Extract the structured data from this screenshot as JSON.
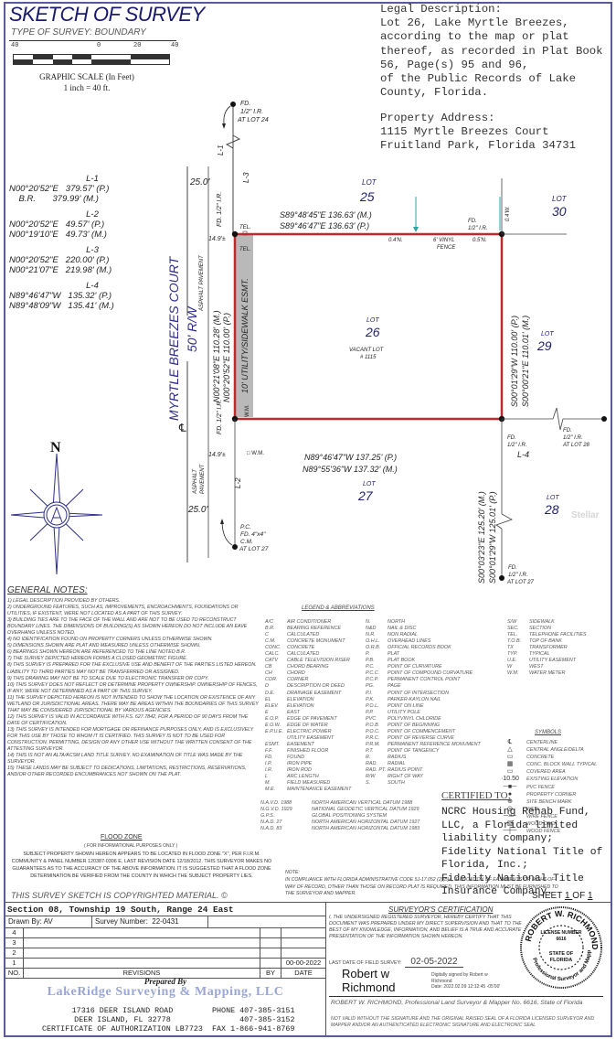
{
  "header": {
    "title": "SKETCH OF SURVEY",
    "survey_type": "TYPE OF SURVEY: BOUNDARY",
    "scale": {
      "ticks": [
        "40",
        "0",
        "20",
        "40"
      ],
      "label": "GRAPHIC SCALE (In Feet)",
      "ratio": "1 inch = 40 ft."
    }
  },
  "legal_description": {
    "text": "Legal Description:\nLot 26, Lake Myrtle Breezes,\naccording to the map or plat\nthereof, as recorded in Plat Book\n56, Page(s) 95 and 96,\nof the Public Records of Lake\nCounty, Florida."
  },
  "property_address": {
    "text": "Property Address:\n1115 Myrtle Breezes Court\nFruitland Park, Florida 34731"
  },
  "line_table": [
    {
      "name": "L-1",
      "rows": [
        "N00°20'52\"E   379.57' (P.)",
        "    B.R.       379.99' (M.)"
      ]
    },
    {
      "name": "L-2",
      "rows": [
        "N00°20'52\"E   49.57' (P.)",
        "N00°19'10\"E   49.73' (M.)"
      ]
    },
    {
      "name": "L-3",
      "rows": [
        "N00°20'52\"E   220.00' (P.)",
        "N00°21'07\"E   219.98' (M.)"
      ]
    },
    {
      "name": "L-4",
      "rows": [
        "N89°46'47\"W   135.32' (P.)",
        "N89°48'09\"W   135.41' (M.)"
      ]
    }
  ],
  "map": {
    "street": "MYRTLE BREEZES COURT",
    "row": "50' R/W",
    "asphalt": "ASPHALT PAVEMENT",
    "asphalt2_a": "ASPHALT",
    "asphalt2_b": "PAVEMENT",
    "dist_top": "25.0'",
    "dist_bottom": "25.0'",
    "corner_top_left_offset": "14.9'±",
    "corner_bottom_left_offset": "14.9'±",
    "north_label": "N",
    "easement": "10' UTILITY/SIDEWALK ESMT.",
    "tel": "TEL.",
    "wm": "W.M.",
    "lots": [
      {
        "label": "LOT",
        "number": "25"
      },
      {
        "label": "LOT",
        "number": "26"
      },
      {
        "label": "LOT",
        "number": "27"
      },
      {
        "label": "LOT",
        "number": "28"
      },
      {
        "label": "LOT",
        "number": "29"
      },
      {
        "label": "LOT",
        "number": "30"
      }
    ],
    "vacant_lot": "VACANT LOT",
    "house_no": "# 1115",
    "north_side": [
      "S89°48'45\"E    136.63' (M.)",
      "S89°46'47\"E    136.63' (P.)"
    ],
    "south_side": [
      "N89°46'47\"W   137.25' (P.)",
      "N89°55'36\"W   137.32' (M.)"
    ],
    "west_side": [
      "N00°21'08\"E   110.28' (M.)",
      "N00°20'52\"E   110.00' (P.)"
    ],
    "east_side": [
      "S00°01'29\"W   110.00' (P.)",
      "S00°00'21\"E   110.01' (M.)"
    ],
    "east_lower": [
      "S00°03'23\"E   125.20' (M.)",
      "S00°01'29\"W   125.01' (P.)"
    ],
    "fence": [
      "6' VINYL",
      "FENCE"
    ],
    "offsets": {
      "a": "0.4'N.",
      "b": "0.5'N.",
      "c": "0.4'W."
    },
    "monuments": {
      "top": [
        "FD.",
        "1/2\" I.R.",
        "AT LOT 24"
      ],
      "nw": [
        "FD.",
        "1/2\" I.R."
      ],
      "ne": [
        "FD.",
        "1/2\" I.R."
      ],
      "sw": [
        "FD.",
        "1/2\" I.R."
      ],
      "se": [
        "FD.",
        "1/2\" I.R."
      ],
      "lot28": [
        "FD.",
        "1/2\" I.R.",
        "AT LOT 28"
      ],
      "pc": [
        "P.C.",
        "FD. 4\"x4\"",
        "C.M.",
        "AT LOT 27"
      ],
      "lot27": [
        "FD.",
        "1/2\" I.R.",
        "AT LOT 27"
      ]
    },
    "line_labels": {
      "l1": "L-1",
      "l2": "L-2",
      "l3": "L-3",
      "l4": "L-4"
    },
    "colors": {
      "boundary": "#c0282d",
      "easement": "#b9b9b9",
      "lot_text": "#1f1f6e"
    }
  },
  "general_notes": {
    "title": "GENERAL NOTES:",
    "items": [
      "1) Legal description provided by others.",
      "2) Underground features, such as, improvements, encroachments, foundations or utilities, if existent, were not located as a part of this survey.",
      "3) Building ties are to the face of the wall and are not to be used to reconstruct boundary lines. The dimensions of building(s) as shown hereon do not include an eave overhang unless noted.",
      "4) No identification found on property corners unless otherwise shown.",
      "5) Dimensions shown are plat and measured unless otherwise shown.",
      "6) Bearings shown hereon are referenced to the line noted B.R.",
      "7) The survey depicted hereon forms a closed geometric figure.",
      "8) This survey is prepared for the exclusive use and benefit of the parties listed hereon. Liability to third parties may not be transferred or assigned.",
      "9) This drawing may not be to scale due to electronic transfer or copy.",
      "10) This survey does not reflect or determine property ownership. Ownership of fences, if any, were not determined as a part of this survey.",
      "11) The survey depicted hereon is not intended to show the location or existence of any wetland or jurisdictional areas. There may be areas within the boundaries of this survey that may be considered jurisdictional by various agencies.",
      "12) This survey is valid in accordance with F.S. 627.7842, for a period of 90 days from the date of certification.",
      "13) This survey is intended for mortgage or refinance purposes only, and is exclusively for this use by those to whom it is certified. This survey is not to be used for construction, permitting, design or any other use without the written consent of the attesting surveyor.",
      "14) This is not an ALTA/ACSM land title survey. No examination of title was made by the surveyor.",
      "15) These lands may be subject to dedications, limitations, restrictions, reservations, and/or other recorded encumbrances not shown on the plat."
    ]
  },
  "legend": {
    "title": "LEGEND & ABBREVIATIONS",
    "col1": [
      [
        "A/C",
        "AIR CONDITIONER"
      ],
      [
        "B.R.",
        "BEARING REFERENCE"
      ],
      [
        "C",
        "CALCULATED"
      ],
      [
        "C.M.",
        "CONCRETE MONUMENT"
      ],
      [
        "CONC.",
        "CONCRETE"
      ],
      [
        "CALC.",
        "CALCULATED"
      ],
      [
        "CATV",
        "CABLE TELEVISION RISER"
      ],
      [
        "CB",
        "CHORD BEARING"
      ],
      [
        "CH",
        "CHORD"
      ],
      [
        "COR.",
        "CORNER"
      ],
      [
        "D",
        "DESCRIPTION OR DEED"
      ],
      [
        "D.E.",
        "DRAINAGE EASEMENT"
      ],
      [
        "EL",
        "ELEVATION"
      ],
      [
        "ELEV.",
        "ELEVATION"
      ],
      [
        "E",
        "EAST"
      ],
      [
        "E.O.P.",
        "EDGE OF PAVEMENT"
      ],
      [
        "E.O.W.",
        "EDGE OF WATER"
      ],
      [
        "E.P.U.E.",
        "ELECTRIC POWER"
      ],
      [
        "",
        "  UTILITY EASEMENT"
      ],
      [
        "ESMT.",
        "EASEMENT"
      ],
      [
        "F.F.",
        "FINISHED FLOOR"
      ],
      [
        "FD.",
        "FOUND"
      ],
      [
        "I.P.",
        "IRON PIPE"
      ],
      [
        "I.R.",
        "IRON ROD"
      ],
      [
        "L",
        "ARC LENGTH"
      ],
      [
        "M.",
        "FIELD MEASURED"
      ],
      [
        "M.E.",
        "MAINTENANCE EASEMENT"
      ]
    ],
    "col2": [
      [
        "N.",
        "NORTH"
      ],
      [
        "N&D",
        "NAIL & DISC"
      ],
      [
        "N.R.",
        "NON RADIAL"
      ],
      [
        "O.H.L.",
        "OVERHEAD LINES"
      ],
      [
        "O.R.B.",
        "OFFICIAL RECORDS BOOK"
      ],
      [
        "P.",
        "PLAT"
      ],
      [
        "P.B.",
        "PLAT BOOK"
      ],
      [
        "P.C.",
        "POINT OF CURVATURE"
      ],
      [
        "P.C.C.",
        "POINT OF COMPOUND CURVATURE"
      ],
      [
        "P.C.P.",
        "PERMANENT CONTROL POINT"
      ],
      [
        "PG.",
        "PAGE"
      ],
      [
        "P.I.",
        "POINT OF INTERSECTION"
      ],
      [
        "P.K.",
        "PARKER-KAYLON NAIL"
      ],
      [
        "P.O.L.",
        "POINT ON LINE"
      ],
      [
        "P.P.",
        "UTILITY POLE"
      ],
      [
        "PVC",
        "POLYVINYL CHLORIDE"
      ],
      [
        "P.O.B.",
        "POINT OF BEGINNING"
      ],
      [
        "P.O.C.",
        "POINT OF COMMENCEMENT"
      ],
      [
        "P.R.C.",
        "POINT OF REVERSE CURVE"
      ],
      [
        "P.R.M.",
        "PERMANENT REFERENCE MONUMENT"
      ],
      [
        "P.T.",
        "POINT OF TANGENCY"
      ],
      [
        "R.",
        "RADIUS"
      ],
      [
        "RAD.",
        "RADIAL"
      ],
      [
        "RAD. PT.",
        "RADIUS POINT"
      ],
      [
        "R/W",
        "RIGHT OF WAY"
      ],
      [
        "S.",
        "SOUTH"
      ]
    ],
    "col3": [
      [
        "S/W",
        "SIDEWALK"
      ],
      [
        "SEC.",
        "SECTION"
      ],
      [
        "TEL.",
        "TELEPHONE FACILITIES"
      ],
      [
        "T.O.B.",
        "TOP OF BANK"
      ],
      [
        "TX",
        "TRANSFORMER"
      ],
      [
        "TYP.",
        "TYPICAL"
      ],
      [
        "U.E.",
        "UTILITY EASEMENT"
      ],
      [
        "W",
        "WEST"
      ],
      [
        "W.M.",
        "WATER METER"
      ]
    ],
    "datums": [
      [
        "N.A.V.D. 1988",
        "NORTH AMERICAN VERTICAL DATUM 1988"
      ],
      [
        "N.G.V.D. 1929",
        "NATIONAL GEODETIC VERTICAL DATUM 1929"
      ],
      [
        "G.P.S.",
        "GLOBAL POSITIONING SYSTEM"
      ],
      [
        "N.A.D. 27",
        "NORTH AMERICAN HORIZONTAL DATUM 1927"
      ],
      [
        "N.A.D. 83",
        "NORTH AMERICAN HORIZONTAL DATUM 1983"
      ]
    ],
    "symbols_title": "SYMBOLS",
    "symbols": [
      {
        "glyph": "℄",
        "label": "CENTERLINE"
      },
      {
        "glyph": "△",
        "label": "CENTRAL ANGLE/DELTA"
      },
      {
        "glyph": "▭",
        "label": "CONCRETE"
      },
      {
        "glyph": "▦",
        "label": "CONC. BLOCK WALL TYPICAL"
      },
      {
        "glyph": "▭",
        "label": "COVERED AREA"
      },
      {
        "glyph": "·10.50",
        "label": "EXISTING ELEVATION"
      },
      {
        "glyph": "─■─",
        "label": "PVC FENCE"
      },
      {
        "glyph": "●",
        "label": "PROPERTY CORNER"
      },
      {
        "glyph": "⊕",
        "label": "SITE BENCH MARK"
      },
      {
        "glyph": "◎",
        "label": "WELL"
      },
      {
        "glyph": "─×─",
        "label": "WIRE FENCE"
      },
      {
        "glyph": "▧",
        "label": "WOOD DECK"
      },
      {
        "glyph": "─┼─",
        "label": "WOOD FENCE"
      }
    ]
  },
  "certified_to": {
    "title": "CERTIFIED TO:",
    "text": "NCRC Housing Rehab Fund,\nLLC, a Florida limited\nliability company;\nFidelity National Title of\nFlorida, Inc.;\nFidelity National Title\nInsurance Company."
  },
  "flood_zone": {
    "title": "FLOOD ZONE",
    "subtitle": "( FOR INFORMATIONAL PURPOSES ONLY )",
    "text": "Subject property shown hereon appears to be located in flood zone \"X\", per F.I.R.M. community & panel number 120387-0306 E, last revision date 12/18/2012. This surveyor makes no guarantees as to the accuracy of the above information. It is suggested that a flood zone determination be verified from the county in which the subject property lies."
  },
  "copyright": "THIS SURVEY SKETCH IS COPYRIGHTED MATERIAL. ©",
  "note": {
    "title": "NOTE:",
    "text": "In compliance with Florida Administrative Code 5J-17.052 (2)(b)4, if location of easements or right-of-way of record, other than those on record plat is required, this information must be furnished to the surveyor and mapper."
  },
  "sheet": {
    "label": "SHEET",
    "num": "1",
    "of": "OF",
    "total": "1"
  },
  "title_block": {
    "section": "Section 08, Township 19 South, Range 24 East",
    "drawn_by": "Drawn By: AV",
    "survey_number_label": "Survey Number:",
    "survey_number": "22-0431",
    "revisions": [
      {
        "no": "4",
        "desc": "",
        "by": "",
        "date": ""
      },
      {
        "no": "3",
        "desc": "",
        "by": "",
        "date": ""
      },
      {
        "no": "2",
        "desc": "",
        "by": "",
        "date": ""
      },
      {
        "no": "1",
        "desc": "",
        "by": "",
        "date": "00-00-2022"
      }
    ],
    "rev_headers": {
      "no": "NO.",
      "desc": "REVISIONS",
      "by": "BY",
      "date": "DATE"
    },
    "prepared_by": "Prepared By",
    "company": "LakeRidge Surveying & Mapping, LLC",
    "address": "17316 DEER ISLAND ROAD\nDEER ISLAND, FL 32778\nCERTIFICATE OF AUTHORIZATION LB7723",
    "phones": "PHONE 407-385-3151\n407-385-3152\nFAX 1-866-941-8769"
  },
  "surveyor_cert": {
    "title": "SURVEYOR'S CERTIFICATION",
    "text": "I, the undersigned registered surveyor, hereby certify that this document was prepared under my direct supervision and that to the best of my knowledge, information, and belief is a true and accurate presentation of the information shown hereon.",
    "field_date_label": "LAST DATE OF FIELD SURVEY:",
    "field_date": "02-05-2022",
    "signature": "Robert w\nRichmond",
    "digital": "Digitally signed by Robert w\nRichmond\nDate: 2022.02.09 12:12:45 -05'00'",
    "name_line": "ROBERT W. RICHMOND,  Professional Land Surveyor & Mapper No. 6616,  State of Florida",
    "not_valid": "Not valid without the signature and the original raised seal of a Florida licensed surveyor and mapper and/or an authenticated electronic signature and electronic seal",
    "seal": {
      "name": "ROBERT W. RICHMOND",
      "license": "LICENSE NUMBER",
      "number": "6616",
      "state": "STATE OF FLORIDA",
      "profession": "Professional Surveyor and Mapper"
    }
  },
  "watermark": "Stellar"
}
